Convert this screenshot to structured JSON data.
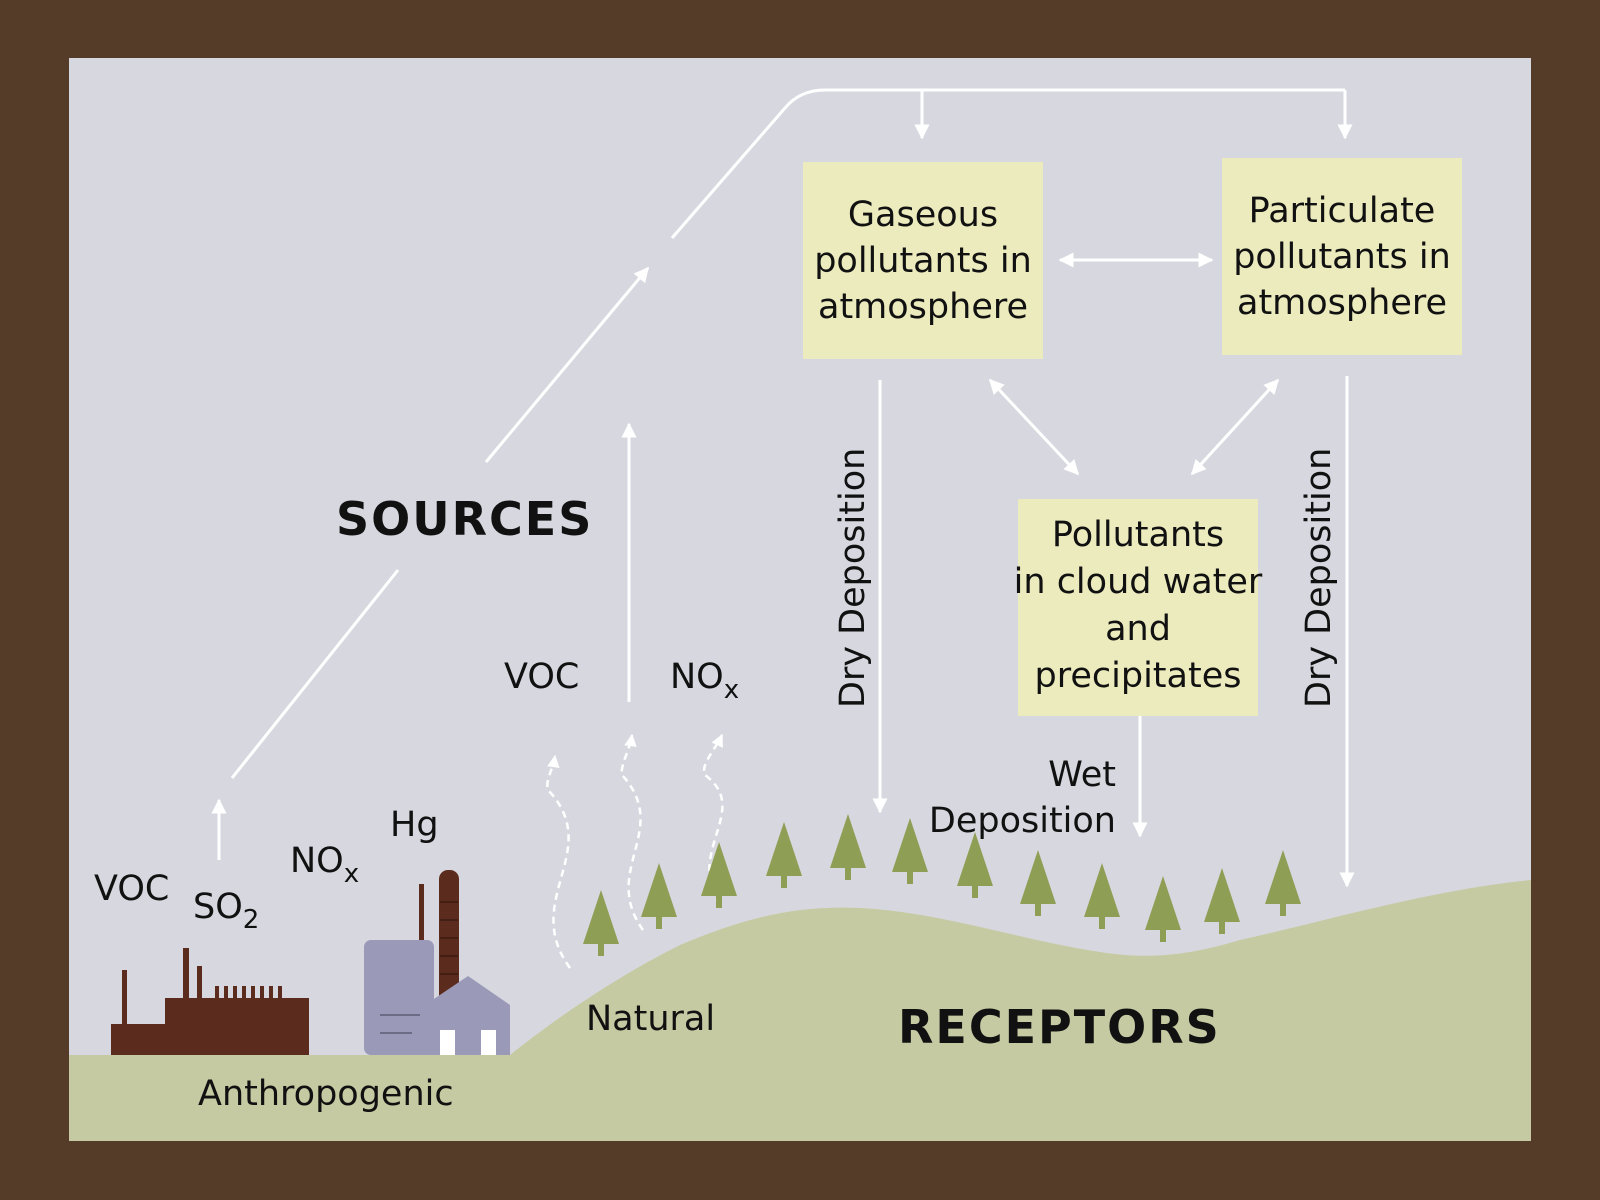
{
  "colors": {
    "frame": "#553c28",
    "sky": "#d7d8df",
    "ground": "#c6caa2",
    "box_fill": "#ecebbe",
    "factory": "#5b2c1d",
    "house": "#9a9ab8",
    "tree": "#8f9e55",
    "arrow": "#ffffff"
  },
  "boxes": {
    "gaseous": [
      "Gaseous",
      "pollutants in",
      "atmosphere"
    ],
    "particulate": [
      "Particulate",
      "pollutants in",
      "atmosphere"
    ],
    "cloud": [
      "Pollutants",
      "in cloud water",
      "and",
      "precipitates"
    ]
  },
  "labels": {
    "sources": "SOURCES",
    "receptors": "RECEPTORS",
    "anthropogenic": "Anthropogenic",
    "natural": "Natural",
    "dry_deposition": "Dry Deposition",
    "wet_deposition": [
      "Wet",
      "Deposition"
    ],
    "voc": "VOC",
    "so": "SO",
    "so_sub": "2",
    "no": "NO",
    "no_sub": "x",
    "hg": "Hg"
  },
  "icons": [
    "factory-icon",
    "house-icon",
    "tree-icon"
  ]
}
